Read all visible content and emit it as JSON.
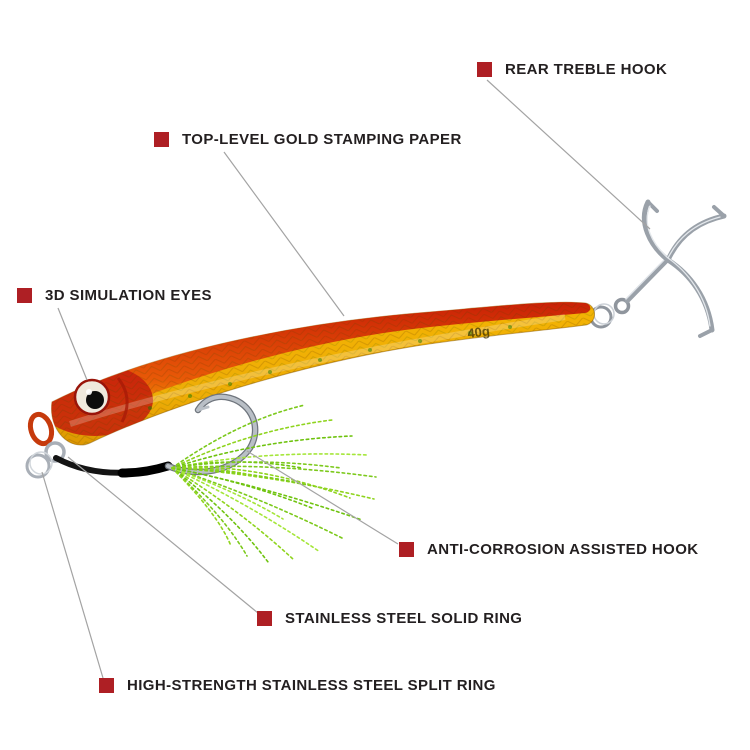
{
  "callouts": [
    {
      "label": "REAR TREBLE HOOK"
    },
    {
      "label": "TOP-LEVEL GOLD STAMPING PAPER"
    },
    {
      "label": "3D SIMULATION EYES"
    },
    {
      "label": "ANTI-CORROSION ASSISTED HOOK"
    },
    {
      "label": "STAINLESS STEEL SOLID RING"
    },
    {
      "label": "HIGH-STRENGTH STAINLESS STEEL SPLIT RING"
    }
  ],
  "lure": {
    "marking": "40g"
  },
  "colors": {
    "bullet_red": "#ae1f24",
    "label_text": "#231f20",
    "leader_line": "#a3a3a3",
    "body_gold": "#eead06",
    "body_red": "#cf2408",
    "flash_green": "#7cc91c",
    "hook_silver": "#9aa1a9"
  }
}
